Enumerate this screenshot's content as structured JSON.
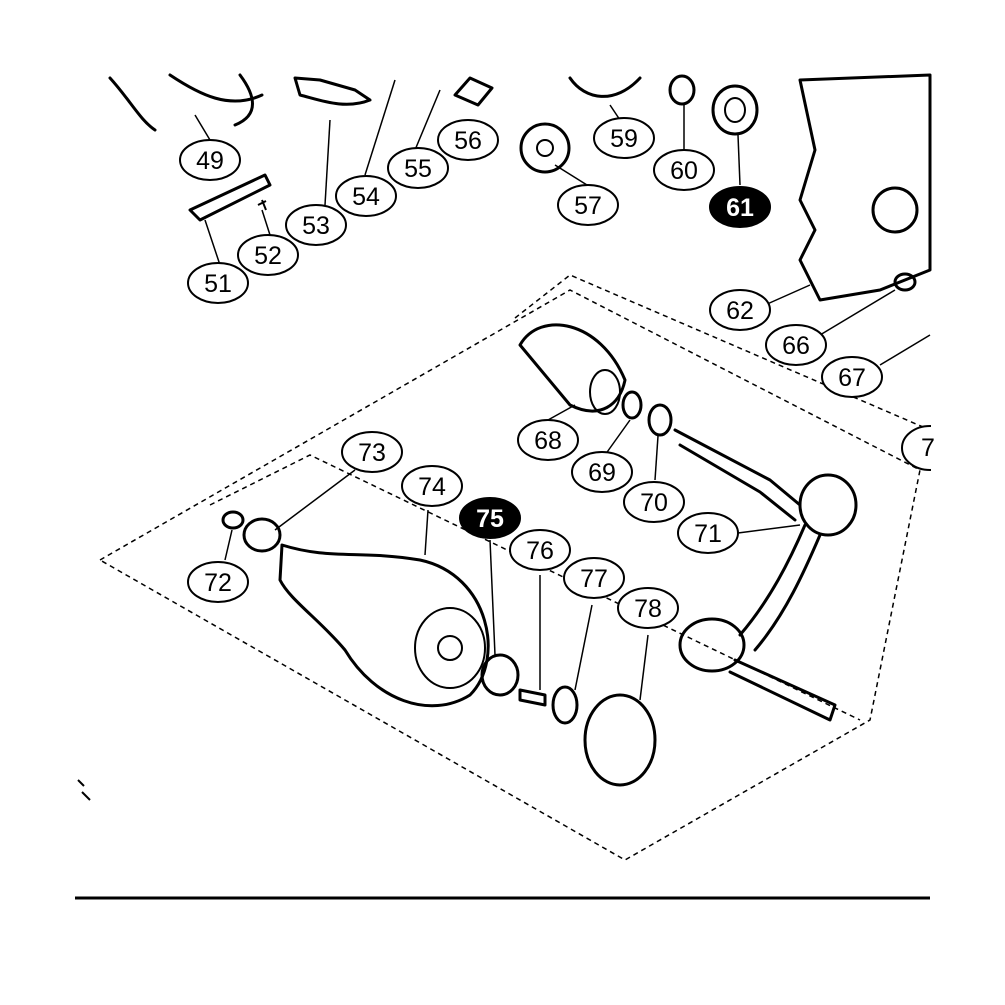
{
  "callouts": [
    {
      "id": "49",
      "highlighted": false
    },
    {
      "id": "51",
      "highlighted": false
    },
    {
      "id": "52",
      "highlighted": false
    },
    {
      "id": "53",
      "highlighted": false
    },
    {
      "id": "54",
      "highlighted": false
    },
    {
      "id": "55",
      "highlighted": false
    },
    {
      "id": "56",
      "highlighted": false
    },
    {
      "id": "57",
      "highlighted": false
    },
    {
      "id": "59",
      "highlighted": false
    },
    {
      "id": "60",
      "highlighted": false
    },
    {
      "id": "61",
      "highlighted": true
    },
    {
      "id": "62",
      "highlighted": false
    },
    {
      "id": "66",
      "highlighted": false
    },
    {
      "id": "67",
      "highlighted": false
    },
    {
      "id": "68",
      "highlighted": false
    },
    {
      "id": "69",
      "highlighted": false
    },
    {
      "id": "70",
      "highlighted": false
    },
    {
      "id": "71",
      "highlighted": false
    },
    {
      "id": "72",
      "highlighted": false
    },
    {
      "id": "73",
      "highlighted": false
    },
    {
      "id": "74",
      "highlighted": false
    },
    {
      "id": "75",
      "highlighted": true
    },
    {
      "id": "76",
      "highlighted": false
    },
    {
      "id": "77",
      "highlighted": false
    },
    {
      "id": "78",
      "highlighted": false
    }
  ],
  "partial_callout": "7",
  "colors": {
    "line": "#000000",
    "background": "#ffffff",
    "highlight_fill": "#000000",
    "highlight_text": "#ffffff"
  }
}
